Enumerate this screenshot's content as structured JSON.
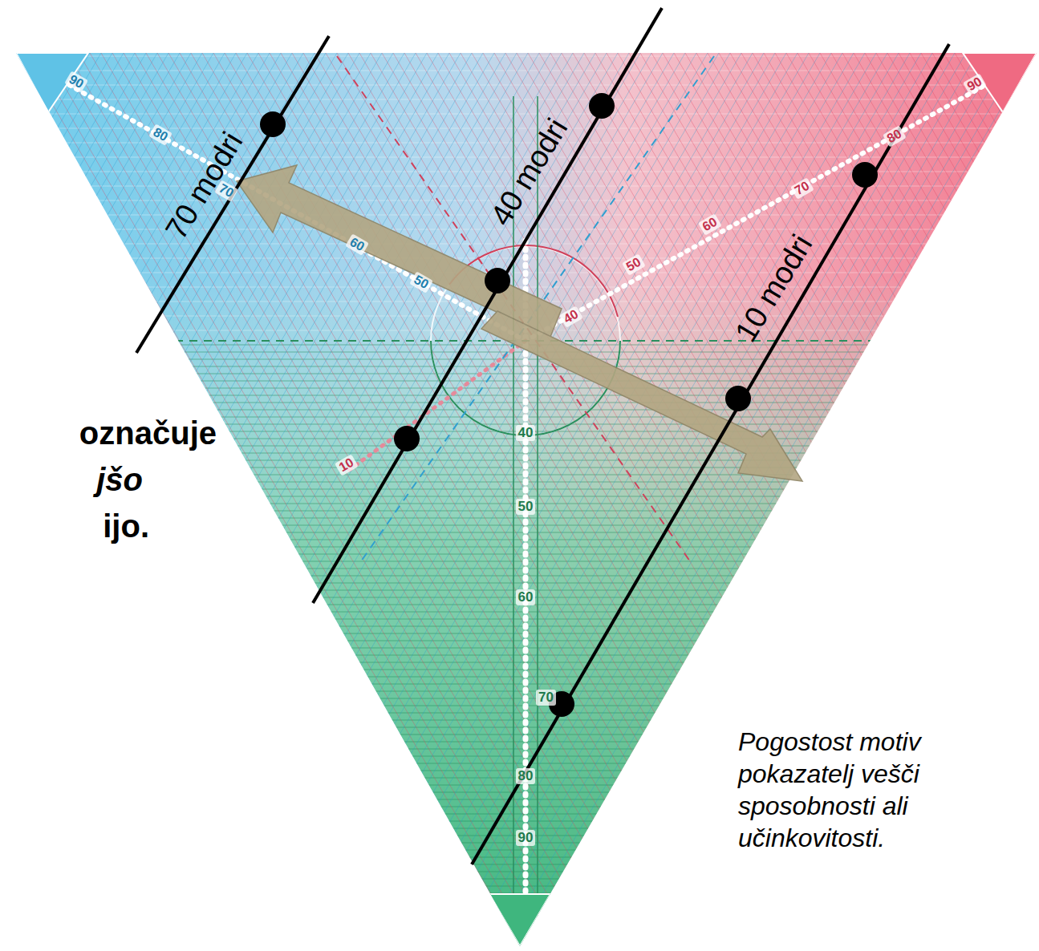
{
  "diagram": {
    "labels": [
      "70 modri",
      "40 modri",
      "10 modri",
      "označuje",
      "jšo",
      "ijo.",
      "Pogostost motiv",
      "pokazatelj vešči",
      "sposobnosti ali",
      "učinkovitosti.",
      "40",
      "50",
      "60",
      "70",
      "80",
      "90",
      "50",
      "60",
      "70",
      "80",
      "90",
      "10",
      "40",
      "50",
      "60",
      "70",
      "80",
      "90"
    ]
  }
}
